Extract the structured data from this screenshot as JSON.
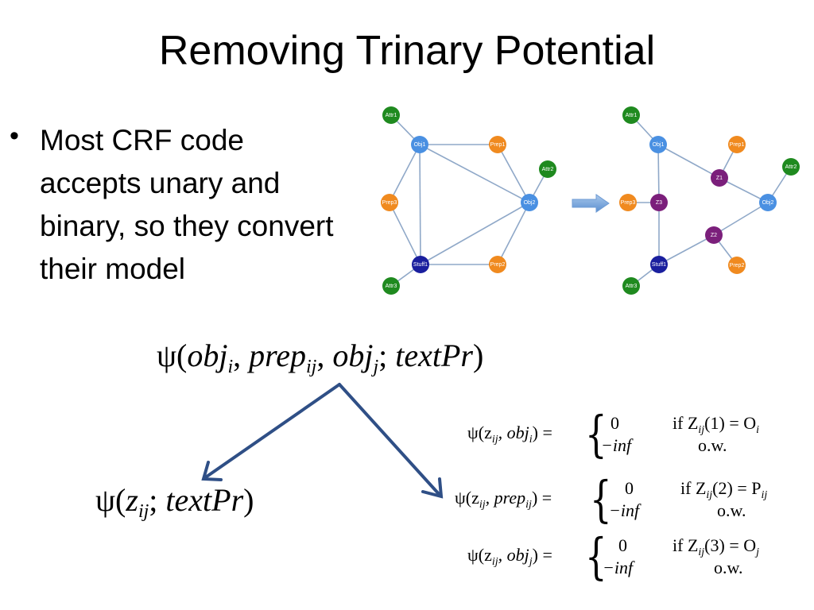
{
  "slide": {
    "title": "Removing Trinary Potential",
    "bullet": "Most CRF code accepts unary and binary, so they convert their model"
  },
  "colors": {
    "green": "#1f8a1f",
    "light_blue": "#4a90e2",
    "dark_blue": "#1a1f9e",
    "orange": "#f08a1f",
    "purple": "#7b1f7b",
    "edge": "#8fa8c8",
    "arrow": "#2f4f86"
  },
  "graph_left": {
    "nodes": [
      "Attr1",
      "Obj1",
      "Prep1",
      "Attr2",
      "Prep3",
      "Obj2",
      "Stuff1",
      "Prep2",
      "Attr3"
    ]
  },
  "graph_right": {
    "nodes": [
      "Attr1",
      "Obj1",
      "Prep1",
      "Z1",
      "Attr2",
      "Prep3",
      "Z3",
      "Obj2",
      "Z2",
      "Stuff1",
      "Prep2",
      "Attr3"
    ]
  },
  "formulas": {
    "trinary": {
      "psi": "ψ(",
      "a1": "obj",
      "s1": "i",
      "sep1": ", ",
      "a2": "prep",
      "s2": "ij",
      "sep2": ", ",
      "a3": "obj",
      "s3": "j",
      "sep3": "; ",
      "a4": "textPr",
      "close": ")"
    },
    "z": {
      "psi": "ψ(",
      "a1": "z",
      "s1": "ij",
      "sep": "; ",
      "a2": "textPr",
      "close": ")"
    },
    "cases": [
      {
        "lhs_a": "ψ(z",
        "lhs_s": "ij",
        "lhs_b": ", obj",
        "lhs_s2": "i",
        "lhs_c": ") =",
        "v0": "0",
        "vinf": "−inf",
        "cond_a": "if Z",
        "cond_s": "ij",
        "cond_b": "(1) = O",
        "cond_s2": "i",
        "ow": "o.w."
      },
      {
        "lhs_a": "ψ(z",
        "lhs_s": "ij",
        "lhs_b": ", prep",
        "lhs_s2": "ij",
        "lhs_c": ") =",
        "v0": "0",
        "vinf": "−inf",
        "cond_a": "if Z",
        "cond_s": "ij",
        "cond_b": "(2) = P",
        "cond_s2": "ij",
        "ow": "o.w."
      },
      {
        "lhs_a": "ψ(z",
        "lhs_s": "ij",
        "lhs_b": ", obj",
        "lhs_s2": "j",
        "lhs_c": ") =",
        "v0": "0",
        "vinf": "−inf",
        "cond_a": "if Z",
        "cond_s": "ij",
        "cond_b": "(3) = O",
        "cond_s2": "j",
        "ow": "o.w."
      }
    ]
  }
}
